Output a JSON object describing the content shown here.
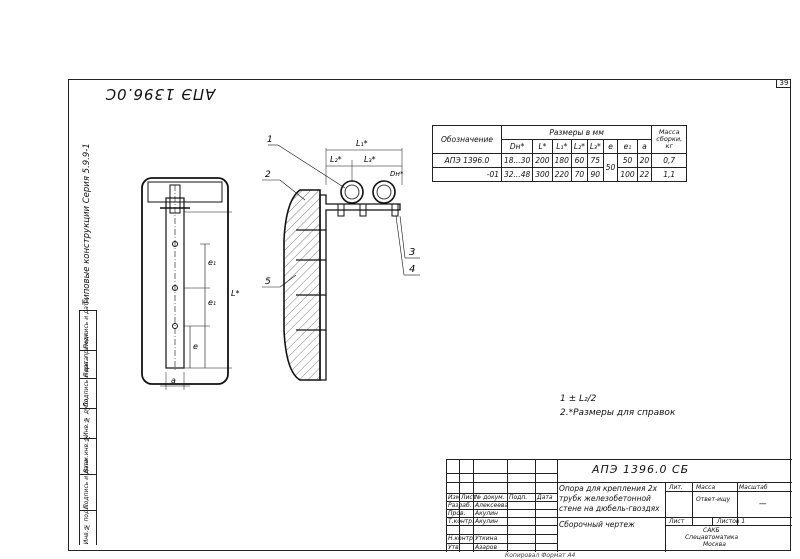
{
  "header": {
    "doc_code_rotated": "АПЭ 1396.0С",
    "sheet_number": "39",
    "series_label": "Типовые конструкции   Серия  5.9.9-1"
  },
  "side_stamp": {
    "cells": [
      "Инв.№ подл.",
      "Подпись и дата",
      "Взам.инв.№",
      "Инв.№ дубл.",
      "Подпись и дата",
      "Перв. примен.",
      "Подпись и дата"
    ]
  },
  "drawing": {
    "callouts": [
      "1",
      "2",
      "3",
      "4",
      "5"
    ],
    "dim_labels": {
      "L1": "L₁*",
      "L2": "L₂*",
      "L3": "L₃*",
      "Dn": "Dн*",
      "L": "L*",
      "e1a": "e₁",
      "e1b": "e₁",
      "e": "e",
      "a": "a"
    }
  },
  "dims_table": {
    "header_group": "Размеры  в  мм",
    "col_designation": "Обозначение",
    "col_mass": "Масса сборки, кг",
    "columns": [
      "Dн*",
      "L*",
      "L₁*",
      "L₂*",
      "L₃*",
      "e",
      "e₁",
      "a"
    ],
    "rows": [
      {
        "designation": "АПЭ 1396.0",
        "dn": "18...30",
        "L": "200",
        "L1": "180",
        "L2": "60",
        "L3": "75",
        "e1": "50",
        "a": "20",
        "mass": "0,7"
      },
      {
        "designation": "-01",
        "dn": "32...48",
        "L": "300",
        "L1": "220",
        "L2": "70",
        "L3": "90",
        "e1": "100",
        "a": "22",
        "mass": "1,1"
      }
    ],
    "shared_e": "50"
  },
  "notes": {
    "line1": "1  ± L₂/2",
    "line2": "2.*Размеры  для  справок"
  },
  "title_block": {
    "doc_code": "АПЭ 1396.0 СБ",
    "title_lines": [
      "Опора  для  крепления  2х",
      "трубк железобетонной",
      "стене на дюбель-гвоздях"
    ],
    "drawing_type": "Сборочный  чертеж",
    "col_lit": "Лит.",
    "col_mass": "Масса",
    "col_scale": "Масштаб",
    "mass_value": "Ответ-ищу",
    "scale_value": "—",
    "sheet_label": "Лист",
    "sheets_label": "Листов 1",
    "org_lines": [
      "САКБ",
      "Спецавтоматика",
      "Москва"
    ],
    "row_headers": [
      "Изм",
      "Лист",
      "№ докум.",
      "Подп.",
      "Дата"
    ],
    "signers": [
      {
        "role": "Разраб.",
        "name": "Алексеева"
      },
      {
        "role": "Пров.",
        "name": "Акулин"
      },
      {
        "role": "Т.контр.",
        "name": "Акулин"
      },
      {
        "role": "Н.контр.",
        "name": "Уткина"
      },
      {
        "role": "Утв.",
        "name": "Азаров"
      }
    ]
  },
  "footer_text": "Копировал  Формат  А4"
}
